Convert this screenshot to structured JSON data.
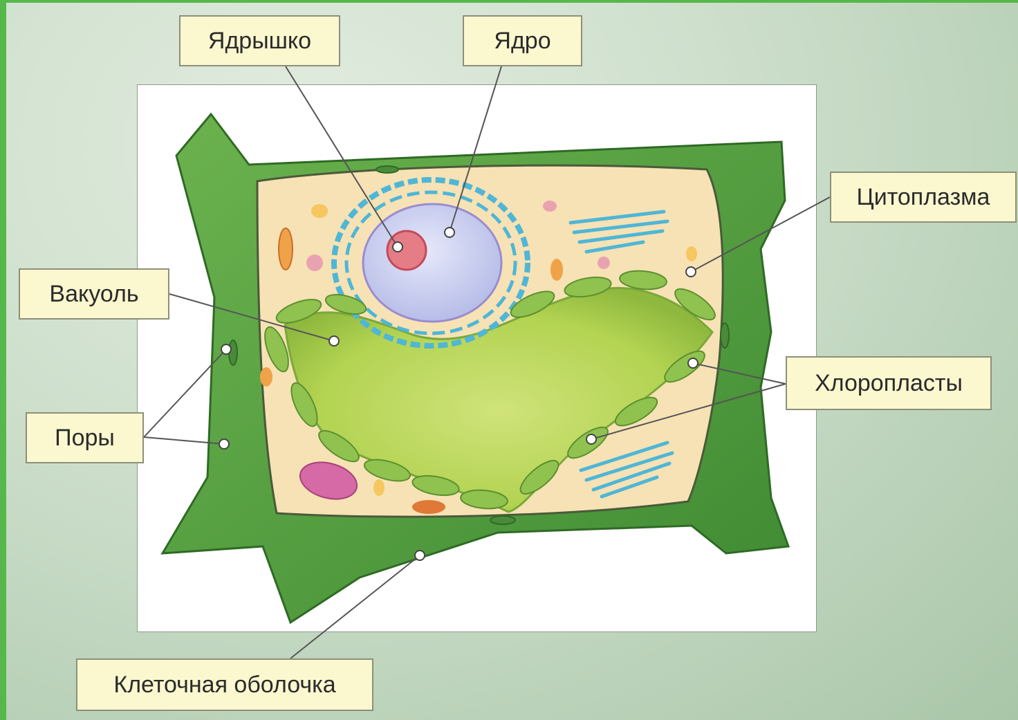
{
  "labels": {
    "nucleolus": "Ядрышко",
    "nucleus": "Ядро",
    "cytoplasm": "Цитоплазма",
    "vacuole": "Вакуоль",
    "chloroplasts": "Хлоропласты",
    "pores": "Поры",
    "cell_wall": "Клеточная оболочка"
  },
  "colors": {
    "frame": "#56b84a",
    "label_bg": "#fbf7cf",
    "cell_wall": "#4f9a3e",
    "cytoplasm": "#f6e2b5",
    "vacuole": "#b9d65a",
    "chloroplast": "#8fc24f",
    "nucleus": "#c9cdee",
    "er": "#4fb6d6"
  }
}
